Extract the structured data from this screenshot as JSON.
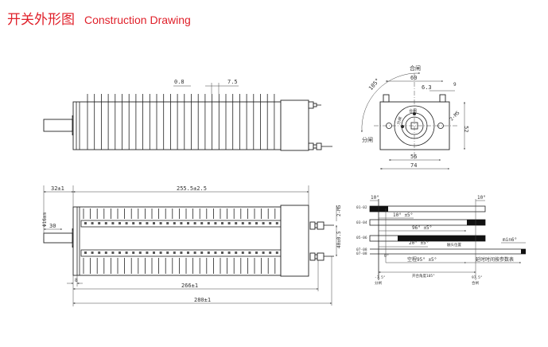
{
  "title": {
    "cn": "开关外形图",
    "en": "Construction Drawing"
  },
  "colors": {
    "title": "#e0202a",
    "line": "#222222"
  },
  "side_view": {
    "fin_thickness": "0.8",
    "fin_pitch": "7.5"
  },
  "end_view": {
    "close_label": "合闸",
    "open_label": "分闸",
    "angle": "105°",
    "terminal_spacing": "60",
    "offset": "6.3",
    "edge": "9",
    "hole_label": "2-M5",
    "height": "52",
    "hole_spacing": "56",
    "width": "74",
    "inner_close": "合闸",
    "inner_open": "分闸"
  },
  "plan_view": {
    "shaft_length": "32±1",
    "body_length": "255.5±2.5",
    "shaft_end": "30",
    "shaft_dia": "Φ16±m",
    "flange": "8",
    "length_266": "266±1",
    "overall": "280±1",
    "terminal_gap": "40±0.5",
    "terminal_thread": "2-M5"
  },
  "timing": {
    "rows": [
      "01-02",
      "03-04",
      "05-06",
      "07-08",
      "07-08"
    ],
    "top_left": "10°",
    "top_right": "10°",
    "a1": "10° ±5°",
    "a2": "96° ±5°",
    "a3": "20° ±5°",
    "min": "min6°",
    "contact_pos": "触头位置",
    "zero": "0°",
    "free_travel": "空程95° ±5°",
    "delay": "延时时间按参数表",
    "open_close_angle": "开合角度105°",
    "left_angle": "-7.5°",
    "left_label": "分闸",
    "right_angle": "97.5°",
    "right_label": "合闸"
  }
}
